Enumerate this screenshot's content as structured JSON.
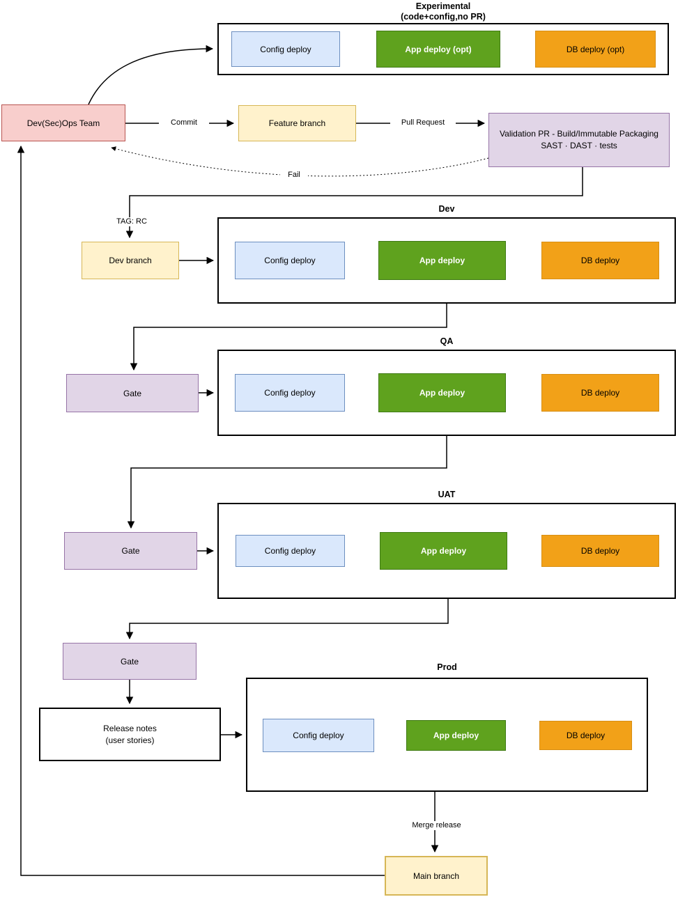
{
  "colors": {
    "pink_fill": "#f8cecc",
    "pink_stroke": "#b85450",
    "yellow_fill": "#fff2cc",
    "yellow_stroke": "#d6b656",
    "blue_fill": "#dae8fc",
    "blue_stroke": "#6c8ebf",
    "green_fill": "#5fa21e",
    "green_stroke": "#3f7a14",
    "orange_fill": "#f2a118",
    "orange_stroke": "#d78e13",
    "purple_fill": "#e1d5e7",
    "purple_stroke": "#9673a6"
  },
  "nodes": {
    "team": {
      "label": "Dev(Sec)Ops Team"
    },
    "feature_branch": {
      "label": "Feature branch"
    },
    "validation_pr": {
      "line1": "Validation PR - Build/Immutable Packaging",
      "line2": "SAST · DAST · tests"
    },
    "dev_branch": {
      "label": "Dev branch"
    },
    "gate_qa": {
      "label": "Gate"
    },
    "gate_uat": {
      "label": "Gate"
    },
    "gate_prod": {
      "label": "Gate"
    },
    "release_notes": {
      "line1": "Release notes",
      "line2": "(user stories)"
    },
    "main_branch": {
      "label": "Main branch"
    }
  },
  "containers": {
    "experimental": {
      "title": "Experimental",
      "subtitle": "(code+config,no PR)",
      "boxes": {
        "config": "Config deploy",
        "app": "App deploy (opt)",
        "db": "DB deploy (opt)"
      }
    },
    "dev": {
      "title": "Dev",
      "boxes": {
        "config": "Config deploy",
        "app": "App deploy",
        "db": "DB deploy"
      }
    },
    "qa": {
      "title": "QA",
      "boxes": {
        "config": "Config deploy",
        "app": "App deploy",
        "db": "DB deploy"
      }
    },
    "uat": {
      "title": "UAT",
      "boxes": {
        "config": "Config deploy",
        "app": "App deploy",
        "db": "DB deploy"
      }
    },
    "prod": {
      "title": "Prod",
      "boxes": {
        "config": "Config deploy",
        "app": "App deploy",
        "db": "DB deploy"
      }
    }
  },
  "edge_labels": {
    "commit": "Commit",
    "pull_request": "Pull Request",
    "fail": "Fail",
    "tag": "TAG: RC",
    "merge_release": "Merge release"
  }
}
